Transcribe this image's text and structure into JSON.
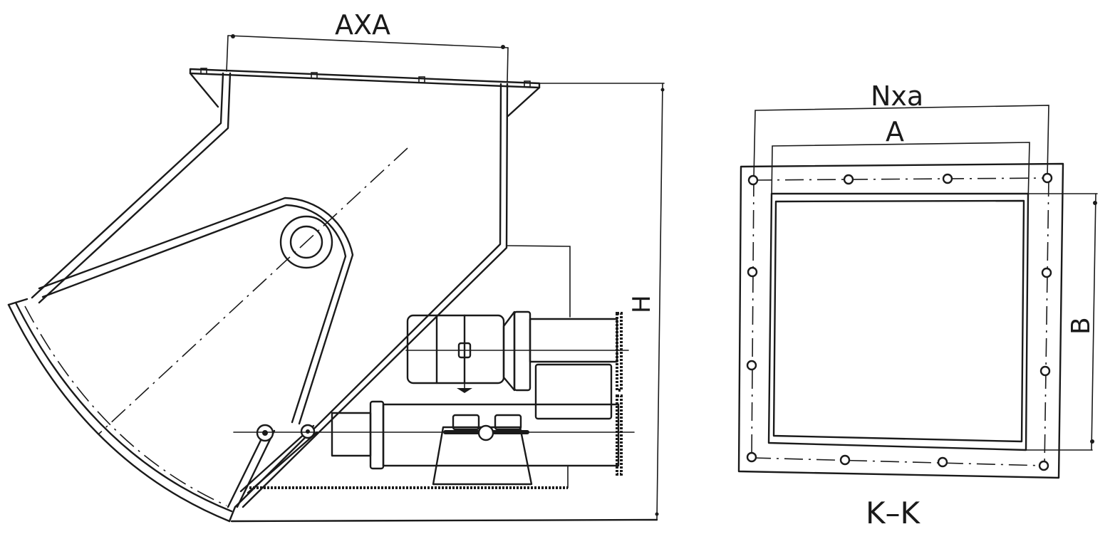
{
  "figure": {
    "side_view": {
      "dimension_top_label": "AXA",
      "dimension_height_label": "H"
    },
    "section_view": {
      "dimension_overall_label": "Nxa",
      "dimension_inner_width_label": "A",
      "dimension_height_label": "B",
      "section_label": "K–K"
    }
  },
  "colors": {
    "line": "#1a1a1a",
    "background": "#ffffff"
  }
}
